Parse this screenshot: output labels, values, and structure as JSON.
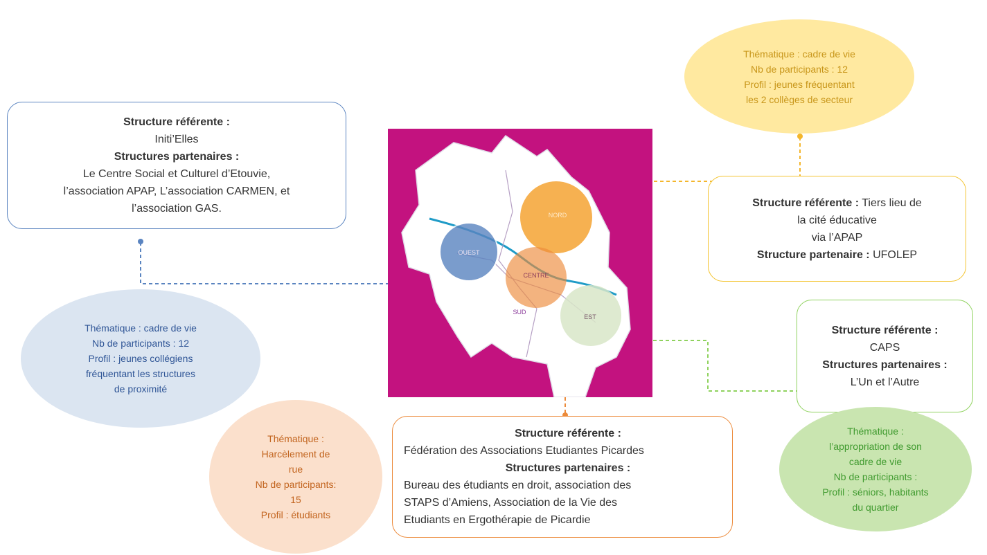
{
  "colors": {
    "ouest": "#5a84c0",
    "nord": "#f4a332",
    "est": "#8fd25e",
    "centre": "#ec8a3a",
    "map_bg": "#c3127f",
    "ouest_fill": "#dbe5f1",
    "nord_fill": "#ffe9a0",
    "centre_fill": "#fbe0cc",
    "est_fill": "#c9e5b0"
  },
  "map": {
    "labels": {
      "ouest": "OUEST",
      "nord": "NORD",
      "centre": "CENTRE",
      "sud": "SUD",
      "est": "EST"
    }
  },
  "ouest": {
    "box": {
      "ref_label": "Structure référente :",
      "ref_value": "Initi’Elles",
      "partners_label": "Structures partenaires :",
      "partners_lines": [
        "Le Centre Social et Culturel d’Etouvie,",
        "l’association APAP, L’association CARMEN, et",
        "l’association GAS."
      ]
    },
    "bubble": [
      "Thématique : cadre de vie",
      "Nb de participants  :  12",
      "Profil : jeunes collégiens",
      "fréquentant les structures",
      "de proximité"
    ]
  },
  "nord": {
    "bubble": [
      "Thématique :  cadre de vie",
      "Nb de participants  : 12",
      "Profil : jeunes fréquentant",
      "les 2 collèges  de secteur"
    ],
    "box": {
      "ref_label": "Structure référente :",
      "ref_value_1": "Tiers lieu de",
      "ref_value_2": "la cité éducative",
      "ref_value_3": "via l’APAP",
      "partner_label": "Structure partenaire :",
      "partner_value": "UFOLEP"
    }
  },
  "est": {
    "box": {
      "ref_label": "Structure référente :",
      "ref_value": "CAPS",
      "partners_label": "Structures partenaires :",
      "partners_value": "L’Un et l’Autre"
    },
    "bubble": [
      "Thématique :",
      "l’appropriation de son",
      "cadre de vie",
      "Nb de participants  :",
      "Profil : séniors, habitants",
      "du quartier"
    ]
  },
  "centre": {
    "bubble": [
      "Thématique :",
      "Harcèlement de",
      "rue",
      "Nb de participants:",
      "15",
      "Profil : étudiants"
    ],
    "box": {
      "ref_label": "Structure référente :",
      "ref_value": "Fédération des Associations Etudiantes Picardes",
      "partners_label": "Structures partenaires :",
      "partners_lines": [
        "Bureau des étudiants en droit, association des",
        "STAPS d’Amiens, Association de la Vie des",
        "Etudiants en Ergothérapie de Picardie"
      ]
    }
  }
}
